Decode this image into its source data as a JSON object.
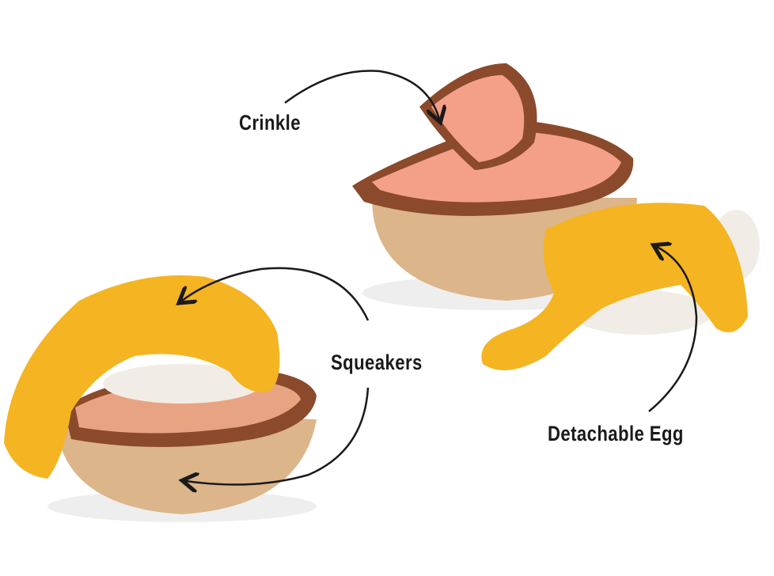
{
  "callouts": {
    "crinkle": "Crinkle",
    "squeakers": "Squeakers",
    "detachable_egg": "Detachable Egg"
  },
  "colors": {
    "yolk": "#f5b422",
    "ham": "#f4a089",
    "ham_rind": "#8b4a2b",
    "muffin": "#dcb58a",
    "egg_white": "#f1ede6",
    "arrow": "#1a1a1a"
  }
}
